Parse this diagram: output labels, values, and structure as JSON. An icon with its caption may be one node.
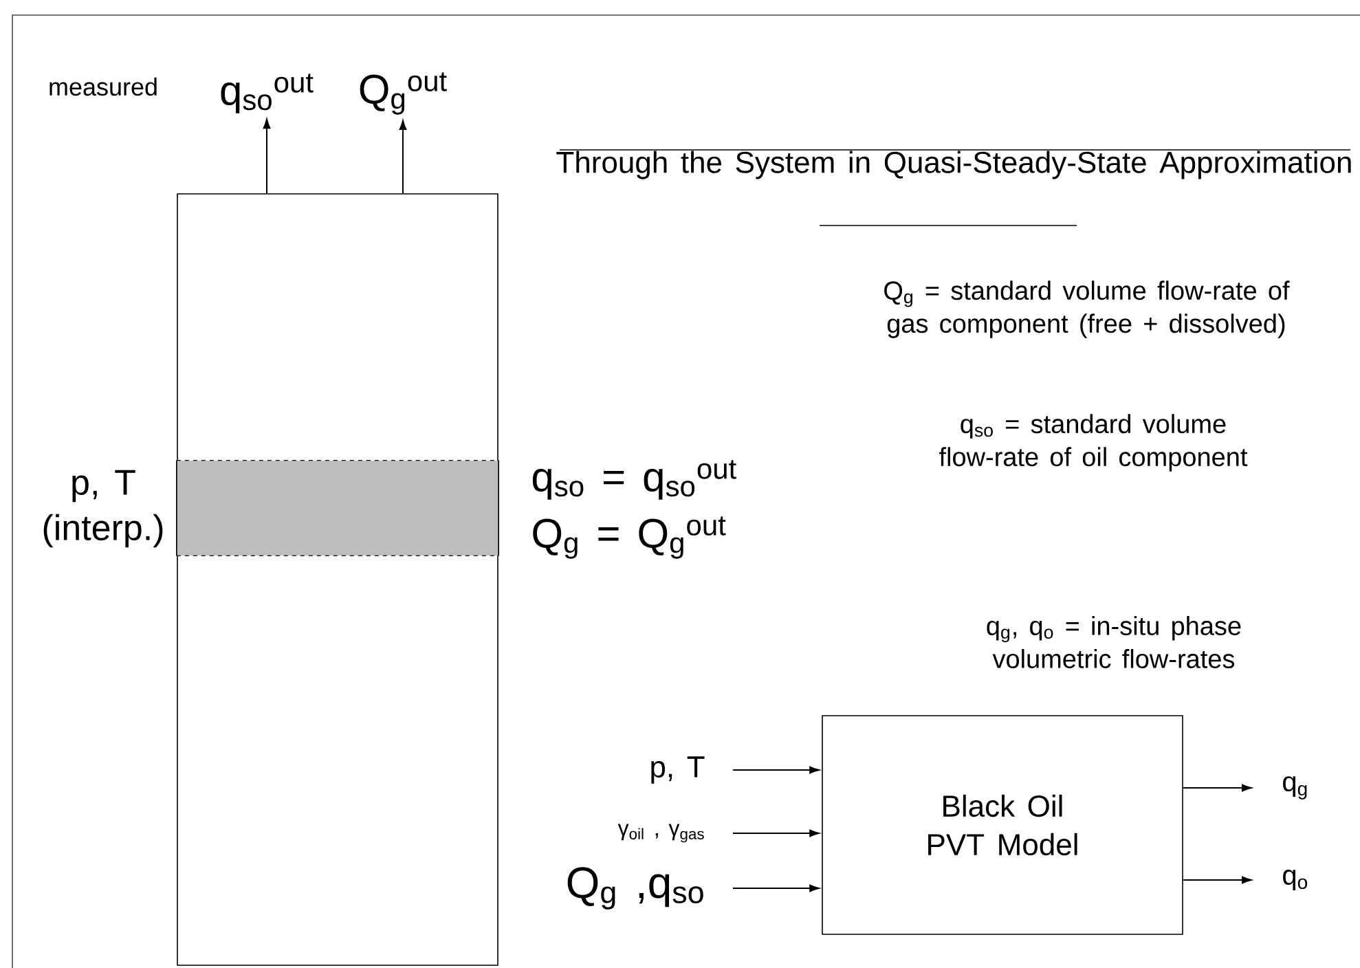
{
  "diagram": {
    "title": "Through the System in Quasi-Steady-State Approximation",
    "nodes": [
      {
        "text": [],
        "shape": "box"
      },
      {
        "text": [],
        "shape": "bar",
        "in": 0,
        "beside": [
          "p,  T (interp.)",
          "q$_{so}$  =  q$_{so}$$^{out}$",
          "Q$_{g}$  =  Q$_{g}$$^{out}$"
        ]
      },
      {
        "text": [
          "q$_{so}$$^{out}$"
        ]
      },
      {
        "text": [
          "Q$_{g}$$^{out}$"
        ]
      },
      {
        "text": [
          "Black Oil PVT Model"
        ]
      },
      {
        "text": [
          "p,  T"
        ]
      },
      {
        "text": [
          "γ$_{oil}$ , γ$_{gas}$"
        ]
      },
      {
        "text": [
          "Q$_{g}$ ,q$_{so}$"
        ]
      },
      {
        "text": [
          "q$_{g}$"
        ]
      },
      {
        "text": [
          "q$_{o}$"
        ]
      }
    ],
    "edges": [
      {
        "from": 0,
        "to": 2,
        "arrow": "to"
      },
      {
        "from": 0,
        "to": 3,
        "arrow": "to"
      },
      {
        "from": 5,
        "to": 4,
        "arrow": "to"
      },
      {
        "from": 6,
        "to": 4,
        "arrow": "to"
      },
      {
        "from": 7,
        "to": 4,
        "arrow": "to"
      },
      {
        "from": 4,
        "to": 8,
        "arrow": "to"
      },
      {
        "from": 4,
        "to": 9,
        "arrow": "to"
      }
    ],
    "labels": [
      "measured",
      "Q$_{g}$ = standard volume flow-rate of gas component (free + dissolved)",
      "q$_{so}$ = standard volume flow-rate of oil component",
      "q$_{g}$, q$_{o}$ = in-situ phase volumetric flow-rates"
    ]
  }
}
